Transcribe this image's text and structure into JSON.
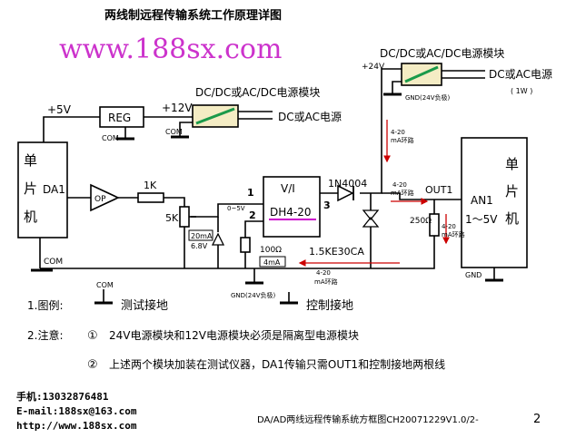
{
  "title": "两线制远程传输系统工作原理详图",
  "watermark": "www.188sx.com",
  "colors": {
    "line": "#000000",
    "accent_red": "#cc0000",
    "watermark": "#cc33cc",
    "module_fill": "#f4ecc4",
    "module_stripe": "#1a9a4a",
    "label_underline": "#cc00cc"
  },
  "labels": {
    "plus5v": "+5V",
    "reg": "REG",
    "plus12v": "+12V",
    "plus24v": "+24V",
    "module_top": "DC/DC或AC/DC电源模块",
    "module_mid": "DC/DC或AC/DC电源模块",
    "power_top": "DC或AC电源",
    "power_top_w": "( 1W )",
    "power_mid": "DC或AC电源",
    "gnd_24v_top": "GND(24V负极)",
    "gnd_24v_bottom": "GND(24V负极)",
    "com_reg": "COM",
    "com_module": "COM",
    "com_mcu": "COM",
    "com_legend": "COM",
    "mcu_left": [
      "单",
      "片",
      "机"
    ],
    "mcu_left_name": "DA1",
    "mcu_right": [
      "单",
      "片",
      "机"
    ],
    "mcu_right_name": "AN1",
    "mcu_right_range": "1～5V",
    "op": "OP",
    "r_1k": "1K",
    "pot_5k": "5K",
    "range_0_5v": "0~5V",
    "label_20ma": "20mA",
    "zener_68": "6.8V",
    "vi_top": "V/I",
    "chip": "DH4-20",
    "pin1": "1",
    "pin2": "2",
    "pin3": "3",
    "diode_1n4004": "1N4004",
    "tvs": "1.5KE30CA",
    "r_100": "100Ω",
    "label_4ma": "4mA",
    "r_250": "250Ω",
    "out1": "OUT1",
    "gnd_right": "GND",
    "loop_1": "4-20",
    "loop_1b": "mA环路",
    "loop_2": "4-20",
    "loop_2b": "mA环路",
    "loop_3": "4-20",
    "loop_3b": "mA环路",
    "loop_4": "4-20",
    "loop_4b": "mA环路"
  },
  "legend": {
    "heading": "1.图例:",
    "test_ground": "测试接地",
    "control_ground": "控制接地",
    "note_heading": "2.注意:",
    "note_1_mark": "①",
    "note_1": "24V电源模块和12V电源模块必须是隔离型电源模块",
    "note_2_mark": "②",
    "note_2": "上述两个模块加装在测试仪器，DA1传输只需OUT1和控制接地两根线"
  },
  "footer": {
    "phone": "手机:13032876481",
    "email": "E-mail:188sx@163.com",
    "url": "http://www.188sx.com",
    "caption": "DA/AD两线远程传输系统方框图CH20071229V1.0/2-",
    "page": "2"
  }
}
